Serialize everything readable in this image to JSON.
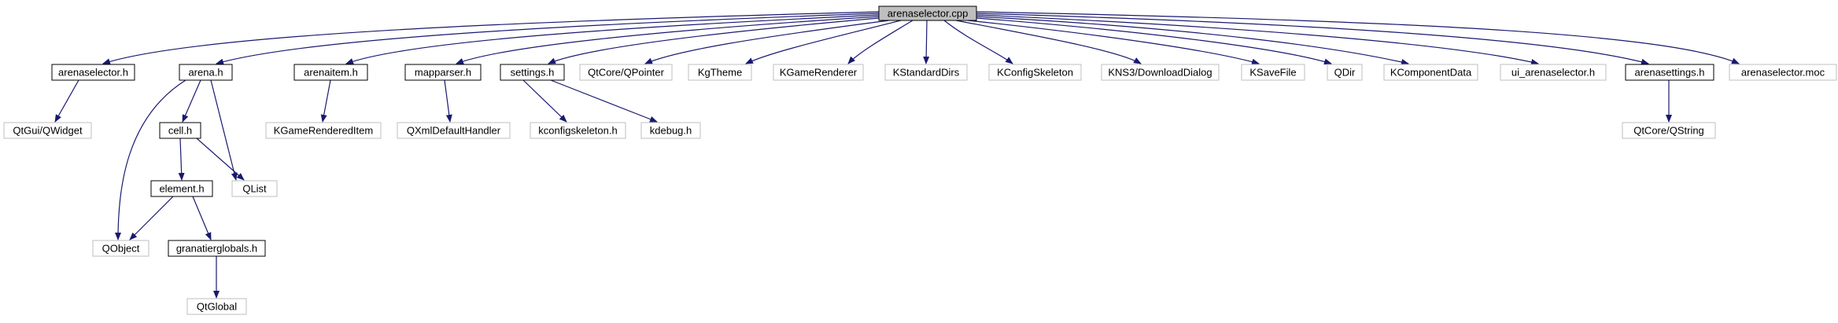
{
  "diagram": {
    "colors": {
      "edge": "#191970",
      "root_fill": "#bfbfbf",
      "project_border": "#000000",
      "external_border": "#bfbfbf",
      "node_fill": "#ffffff",
      "text": "#000000"
    },
    "nodes": [
      {
        "id": "arenaselector_cpp",
        "label": "arenaselector.cpp",
        "kind": "root"
      },
      {
        "id": "arenaselector_h",
        "label": "arenaselector.h",
        "kind": "project"
      },
      {
        "id": "arena_h",
        "label": "arena.h",
        "kind": "project"
      },
      {
        "id": "arenaitem_h",
        "label": "arenaitem.h",
        "kind": "project"
      },
      {
        "id": "mapparser_h",
        "label": "mapparser.h",
        "kind": "project"
      },
      {
        "id": "settings_h",
        "label": "settings.h",
        "kind": "project"
      },
      {
        "id": "qtcore_qpointer",
        "label": "QtCore/QPointer",
        "kind": "external"
      },
      {
        "id": "kgtheme",
        "label": "KgTheme",
        "kind": "external"
      },
      {
        "id": "kgamerenderer",
        "label": "KGameRenderer",
        "kind": "external"
      },
      {
        "id": "kstandarddirs",
        "label": "KStandardDirs",
        "kind": "external"
      },
      {
        "id": "kconfigskeleton",
        "label": "KConfigSkeleton",
        "kind": "external"
      },
      {
        "id": "kns3_downloaddialog",
        "label": "KNS3/DownloadDialog",
        "kind": "external"
      },
      {
        "id": "ksavefile",
        "label": "KSaveFile",
        "kind": "external"
      },
      {
        "id": "qdir",
        "label": "QDir",
        "kind": "external"
      },
      {
        "id": "kcomponentdata",
        "label": "KComponentData",
        "kind": "external"
      },
      {
        "id": "ui_arenaselector_h",
        "label": "ui_arenaselector.h",
        "kind": "external"
      },
      {
        "id": "arenasettings_h",
        "label": "arenasettings.h",
        "kind": "project"
      },
      {
        "id": "arenaselector_moc",
        "label": "arenaselector.moc",
        "kind": "external"
      },
      {
        "id": "qtgui_qwidget",
        "label": "QtGui/QWidget",
        "kind": "external"
      },
      {
        "id": "cell_h",
        "label": "cell.h",
        "kind": "project"
      },
      {
        "id": "qlist",
        "label": "QList",
        "kind": "external"
      },
      {
        "id": "element_h",
        "label": "element.h",
        "kind": "project"
      },
      {
        "id": "qobject",
        "label": "QObject",
        "kind": "external"
      },
      {
        "id": "granatierglobals_h",
        "label": "granatierglobals.h",
        "kind": "project"
      },
      {
        "id": "qtglobal",
        "label": "QtGlobal",
        "kind": "external"
      },
      {
        "id": "kgamerendereditem",
        "label": "KGameRenderedItem",
        "kind": "external"
      },
      {
        "id": "qxmldefaulthandler",
        "label": "QXmlDefaultHandler",
        "kind": "external"
      },
      {
        "id": "kconfigskeleton_h",
        "label": "kconfigskeleton.h",
        "kind": "external"
      },
      {
        "id": "kdebug_h",
        "label": "kdebug.h",
        "kind": "external"
      },
      {
        "id": "qtcore_qstring",
        "label": "QtCore/QString",
        "kind": "external"
      }
    ],
    "edges": [
      {
        "from": "arenaselector_cpp",
        "to": "arenaselector_h"
      },
      {
        "from": "arenaselector_cpp",
        "to": "arena_h"
      },
      {
        "from": "arenaselector_cpp",
        "to": "arenaitem_h"
      },
      {
        "from": "arenaselector_cpp",
        "to": "mapparser_h"
      },
      {
        "from": "arenaselector_cpp",
        "to": "settings_h"
      },
      {
        "from": "arenaselector_cpp",
        "to": "qtcore_qpointer"
      },
      {
        "from": "arenaselector_cpp",
        "to": "kgtheme"
      },
      {
        "from": "arenaselector_cpp",
        "to": "kgamerenderer"
      },
      {
        "from": "arenaselector_cpp",
        "to": "kstandarddirs"
      },
      {
        "from": "arenaselector_cpp",
        "to": "kconfigskeleton"
      },
      {
        "from": "arenaselector_cpp",
        "to": "kns3_downloaddialog"
      },
      {
        "from": "arenaselector_cpp",
        "to": "ksavefile"
      },
      {
        "from": "arenaselector_cpp",
        "to": "qdir"
      },
      {
        "from": "arenaselector_cpp",
        "to": "kcomponentdata"
      },
      {
        "from": "arenaselector_cpp",
        "to": "ui_arenaselector_h"
      },
      {
        "from": "arenaselector_cpp",
        "to": "arenasettings_h"
      },
      {
        "from": "arenaselector_cpp",
        "to": "arenaselector_moc"
      },
      {
        "from": "arenaselector_h",
        "to": "qtgui_qwidget"
      },
      {
        "from": "arena_h",
        "to": "cell_h"
      },
      {
        "from": "arena_h",
        "to": "qlist"
      },
      {
        "from": "arena_h",
        "to": "qobject"
      },
      {
        "from": "cell_h",
        "to": "element_h"
      },
      {
        "from": "cell_h",
        "to": "qlist"
      },
      {
        "from": "element_h",
        "to": "qobject"
      },
      {
        "from": "element_h",
        "to": "granatierglobals_h"
      },
      {
        "from": "granatierglobals_h",
        "to": "qtglobal"
      },
      {
        "from": "arenaitem_h",
        "to": "kgamerendereditem"
      },
      {
        "from": "mapparser_h",
        "to": "qxmldefaulthandler"
      },
      {
        "from": "settings_h",
        "to": "kconfigskeleton_h"
      },
      {
        "from": "settings_h",
        "to": "kdebug_h"
      },
      {
        "from": "arenasettings_h",
        "to": "qtcore_qstring"
      }
    ]
  }
}
